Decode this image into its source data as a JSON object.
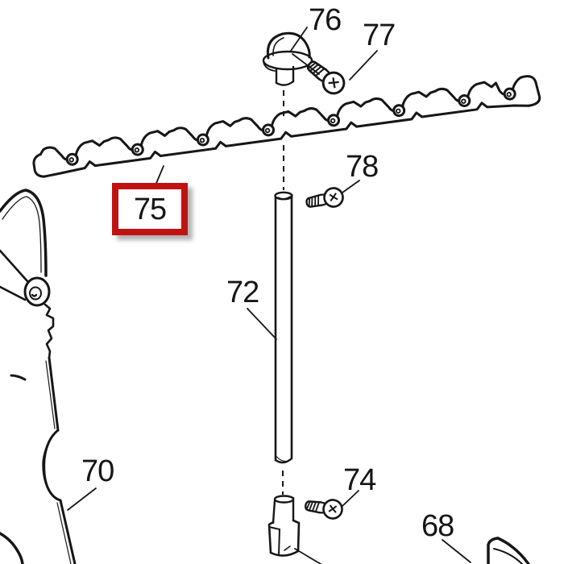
{
  "diagram": {
    "background_color": "#ffffff",
    "line_color": "#161616",
    "highlight_color": "#c11212",
    "parts": [
      {
        "label": "76",
        "shape": "cap-fitting"
      },
      {
        "label": "77",
        "shape": "screw"
      },
      {
        "label": "78",
        "shape": "screw"
      },
      {
        "label": "75",
        "shape": "hooked-guide-rail",
        "highlighted": true
      },
      {
        "label": "72",
        "shape": "tube-rod"
      },
      {
        "label": "70",
        "shape": "side-panel"
      },
      {
        "label": "74",
        "shape": "screw"
      },
      {
        "label": "68",
        "shape": "fin-bracket"
      }
    ]
  }
}
